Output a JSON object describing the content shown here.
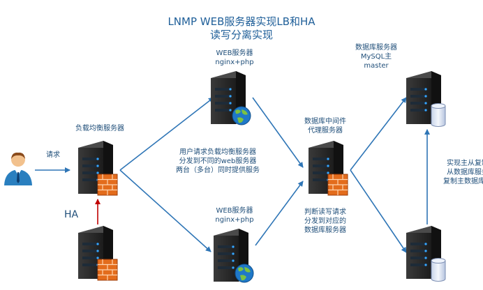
{
  "diagram": {
    "title_line1": "LNMP WEB服务器实现LB和HA",
    "title_line2": "读写分离实现",
    "labels": {
      "request": "请求",
      "load_balancer": "负载均衡服务器",
      "ha": "HA",
      "web_top": "WEB服务器\nnginx+php",
      "web_bottom": "WEB服务器\nnginx+php",
      "request_note": "用户请求负载均衡服务器\n分发到不同的web服务器\n两台（多台）同时提供服务",
      "middleware": "数据库中间件\n代理服务器",
      "rw_split_note": "判断读写请求\n分发到对应的\n数据库服务器",
      "db_master": "数据库服务器\nMySQL主\nmaster",
      "replication_note": "实现主从复制\n从数据库服务\n复制主数据库的"
    },
    "colors": {
      "title": "#1f5f99",
      "text": "#1f4e79",
      "arrow": "#2e75b6",
      "ha_arrow": "#c00000"
    }
  }
}
